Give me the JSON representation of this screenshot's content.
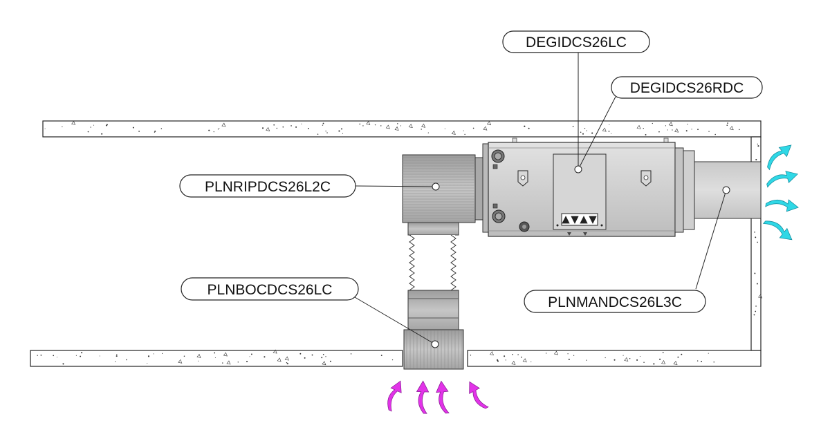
{
  "labels": {
    "fan_unit": "DEGIDCS26LC",
    "fan_unit_panel": "DEGIDCS26RDC",
    "inlet_plenum": "PLNRIPDCS26L2C",
    "outlet_plenum": "PLNMANDCS26L3C",
    "mouth_plenum": "PLNBOCDCS26LC"
  },
  "colors": {
    "outlet_airflow_arrow": "#2fd8e6",
    "inlet_airflow_arrow": "#e233e8",
    "slab_line": "#222222",
    "duct_fill": "#b9b9b9",
    "unit_fill": "#cfcfcf"
  },
  "icons": {
    "warning_symbols": [
      "warning-triangle-icon",
      "warning-triangle-icon",
      "warning-triangle-icon",
      "warning-triangle-icon"
    ],
    "airflow_out": "curved-arrow-icon",
    "airflow_in": "curved-arrow-icon"
  }
}
